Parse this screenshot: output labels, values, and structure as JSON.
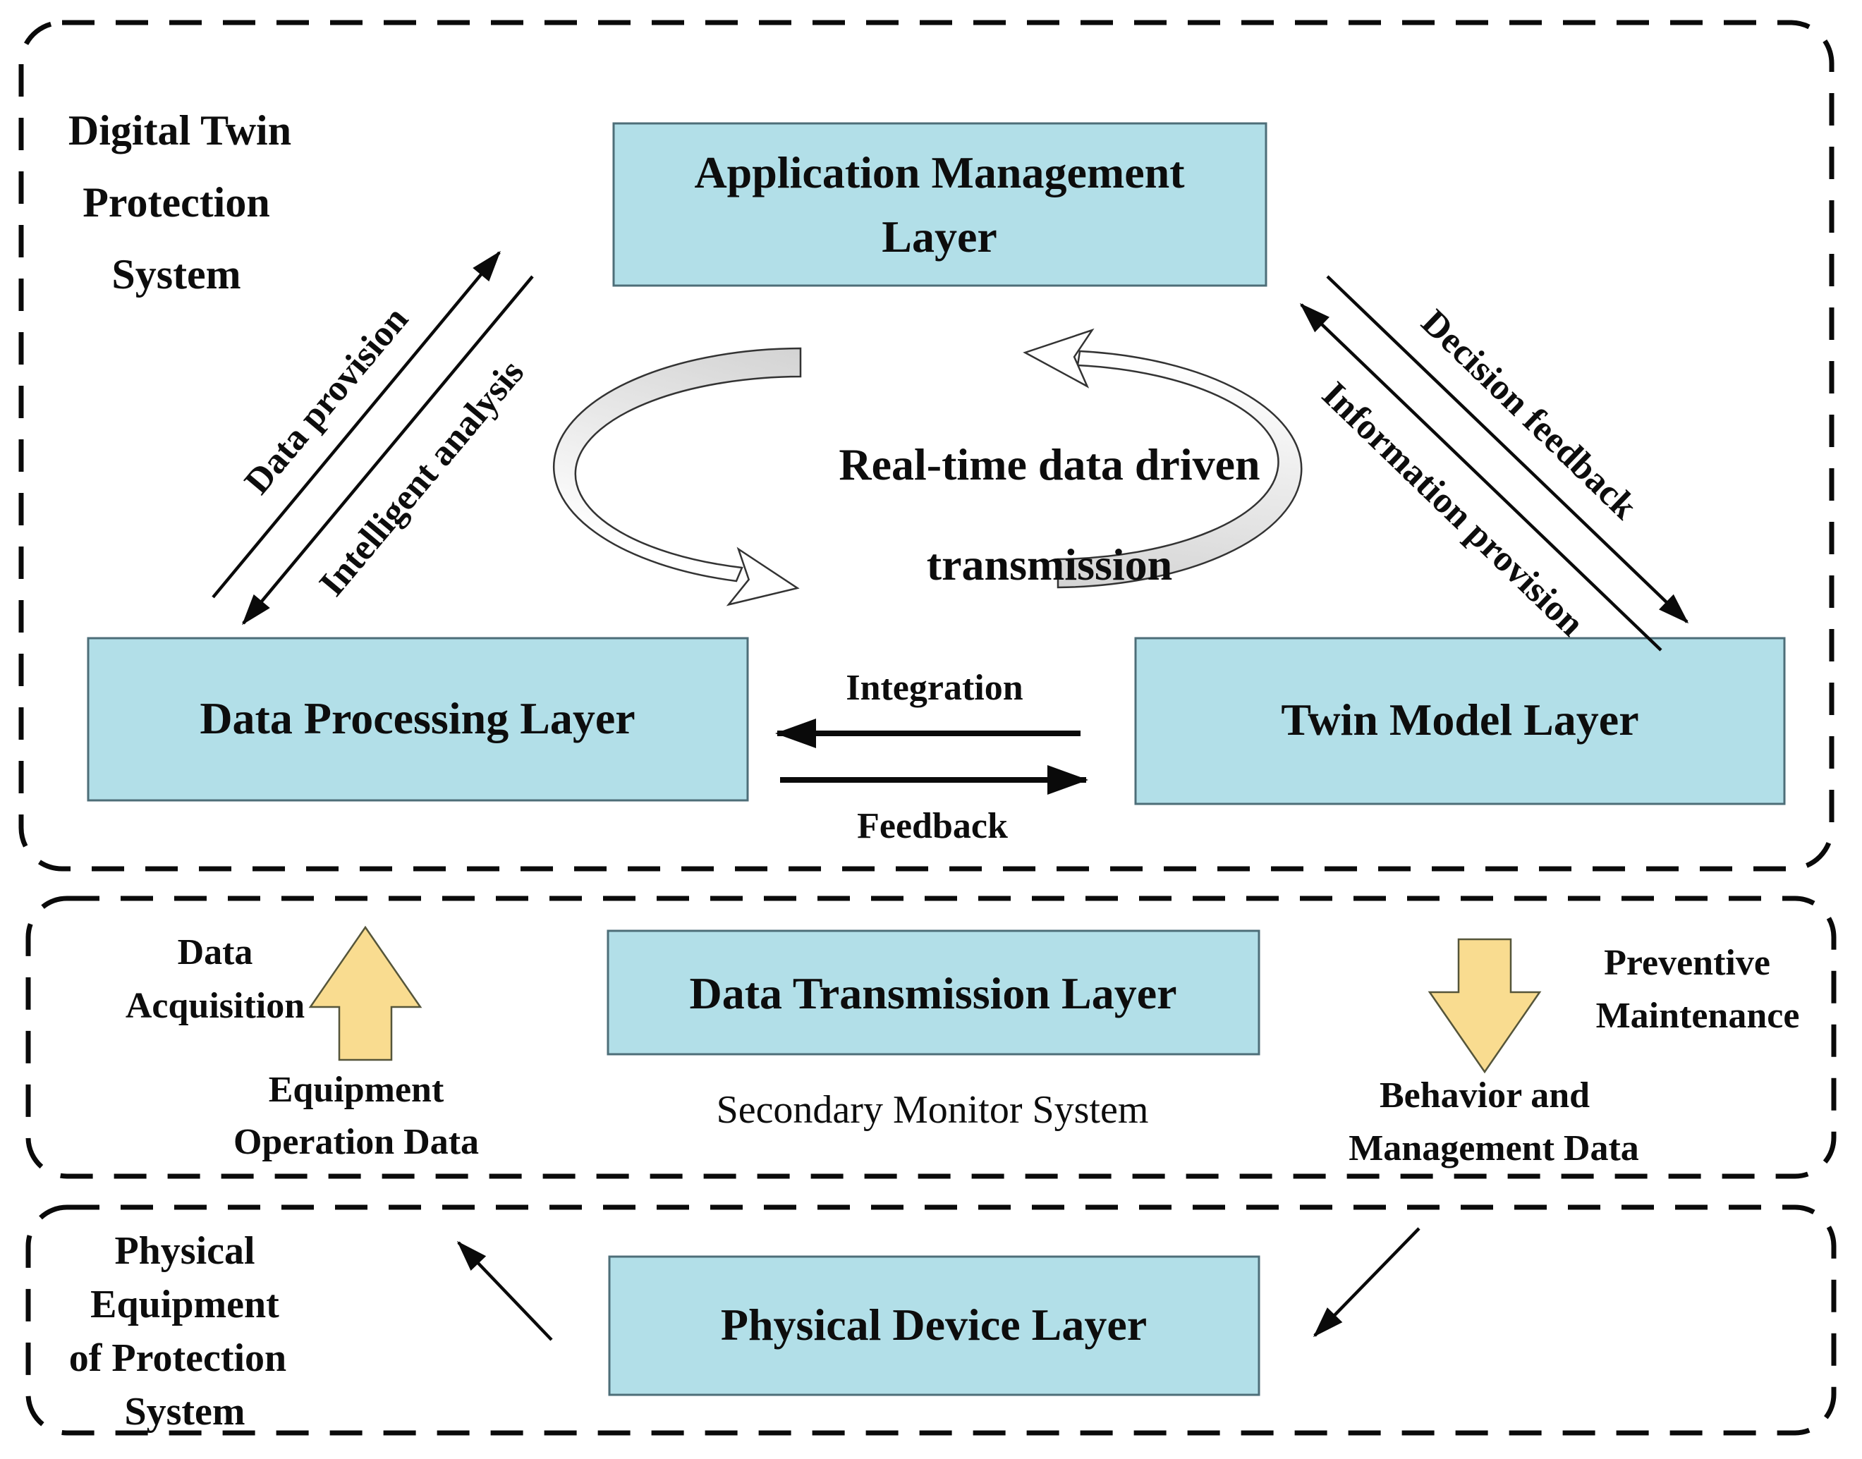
{
  "diagram": {
    "top_section": {
      "system_title_lines": [
        "Digital Twin",
        "Protection",
        "System"
      ],
      "application_box_lines": [
        "Application Management",
        "Layer"
      ],
      "data_processing_box": "Data Processing Layer",
      "twin_model_box": "Twin Model Layer",
      "cycle_label_lines": [
        "Real-time data driven",
        "transmission"
      ],
      "arrow_labels": {
        "data_provision": "Data provision",
        "intelligent_analysis": "Intelligent analysis",
        "decision_feedback": "Decision feedback",
        "information_provision": "Information provision",
        "integration": "Integration",
        "feedback": "Feedback"
      }
    },
    "middle_section": {
      "data_transmission_box": "Data Transmission Layer",
      "subtitle": "Secondary Monitor System",
      "data_acquisition_lines": [
        "Data",
        "Acquisition"
      ],
      "equipment_operation_lines": [
        "Equipment",
        "Operation Data"
      ],
      "preventive_lines": [
        "Preventive",
        "Maintenance"
      ],
      "behavior_lines": [
        "Behavior and",
        "Management Data"
      ]
    },
    "bottom_section": {
      "title_lines": [
        "Physical",
        "Equipment",
        "of Protection",
        "System"
      ],
      "physical_device_box": "Physical Device Layer"
    },
    "colors": {
      "layer_box_fill": "#b2dfe8",
      "layer_box_border": "#4d6e78",
      "yellow_arrow_fill": "#f9dc90",
      "dashed_border": "#0a0a0a",
      "cycle_gray": "#d4d4d4"
    }
  }
}
